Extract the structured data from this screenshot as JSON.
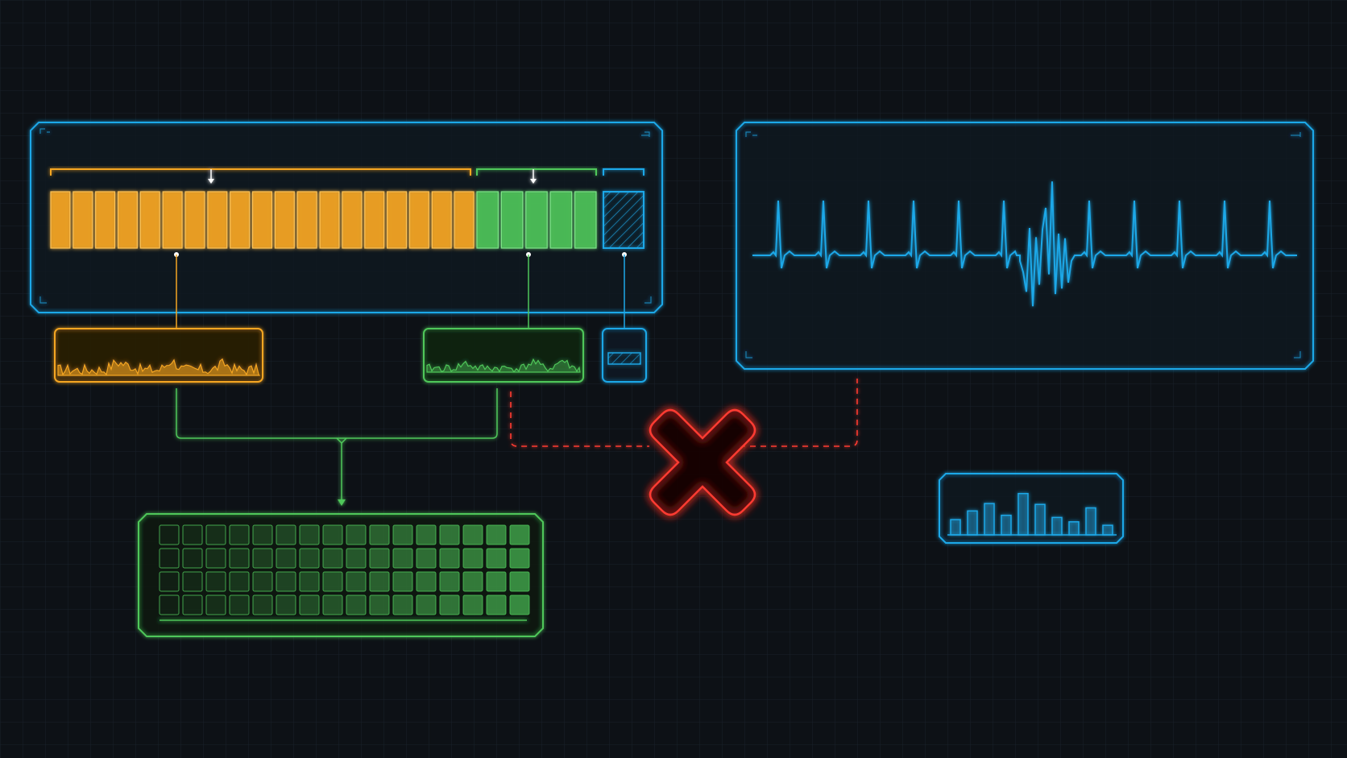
{
  "colors": {
    "background": "#0d1116",
    "grid": "#1a222b",
    "orange": "#f5a623",
    "green": "#4fc75a",
    "blue": "#1fa8e8",
    "red": "#ff3b30"
  },
  "segment_bar": {
    "orange_segments": 19,
    "green_segments": 5,
    "blue_segments": 1
  },
  "keyboard_grid": {
    "rows": 4,
    "cols": 16
  },
  "spectrum_bars": [
    0.35,
    0.55,
    0.72,
    0.45,
    0.95,
    0.7,
    0.4,
    0.3,
    0.62,
    0.22
  ],
  "icons": [
    "split-brace",
    "hatched-block",
    "ekg-waveform",
    "cross-mark",
    "bar-chart"
  ]
}
